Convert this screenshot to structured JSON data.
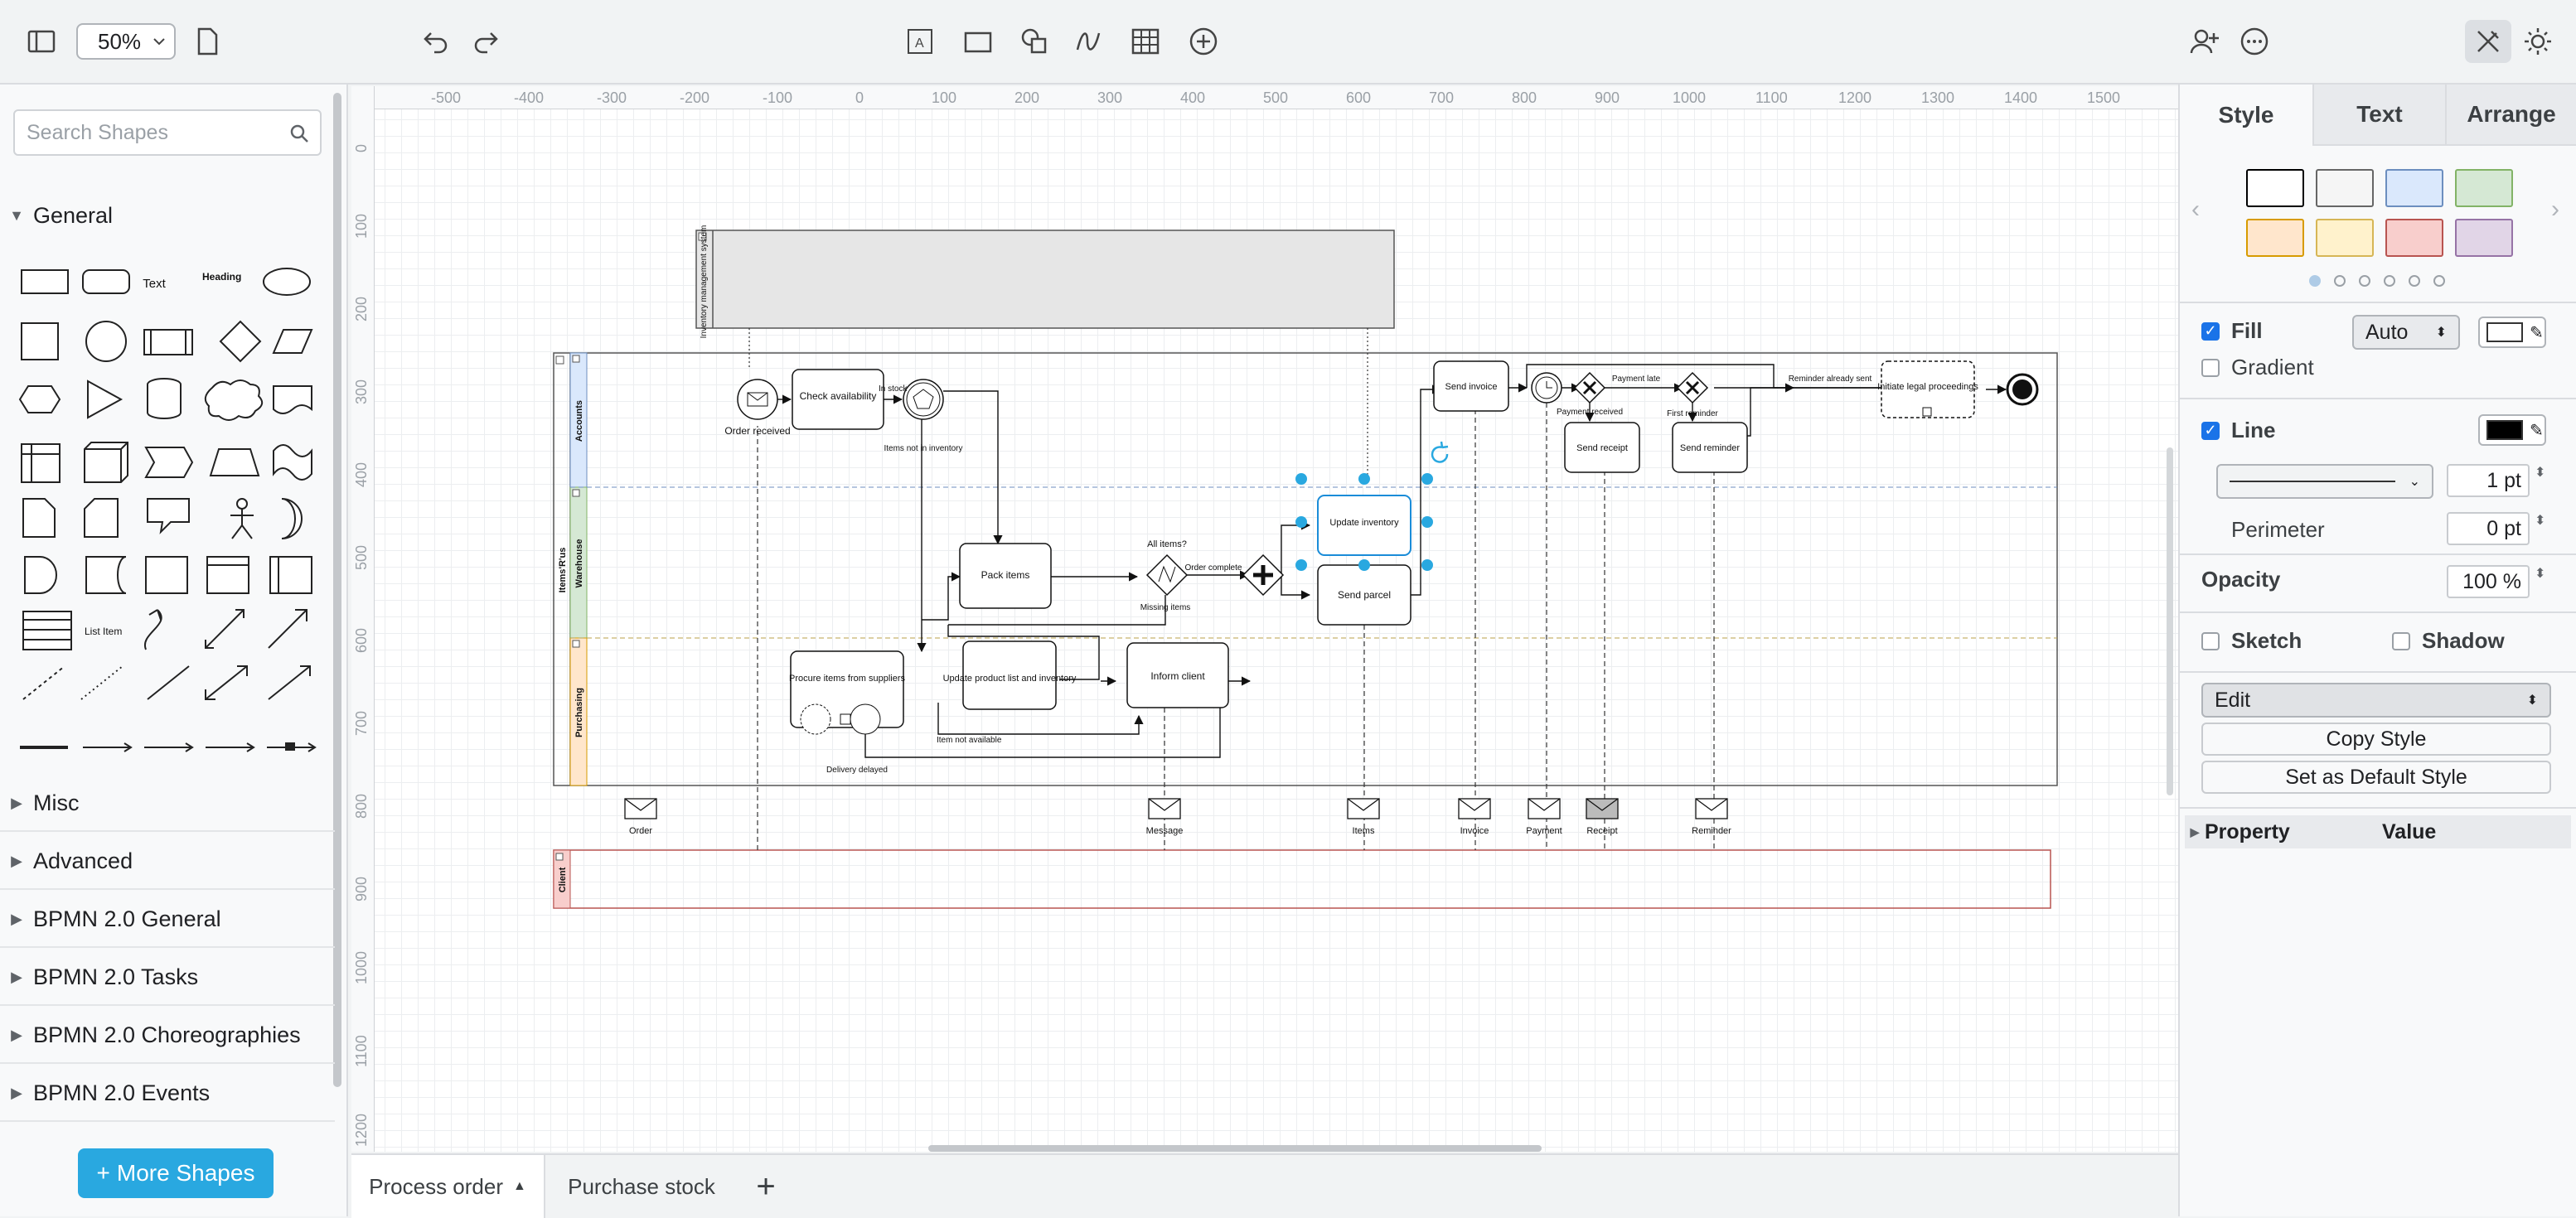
{
  "toolbar": {
    "zoom": "50%"
  },
  "sidebar": {
    "search_placeholder": "Search Shapes",
    "general_label": "General",
    "shape_text_label": "Text",
    "shape_heading_label": "Heading",
    "shape_listitem_label": "List Item",
    "categories": [
      "Misc",
      "Advanced",
      "BPMN 2.0 General",
      "BPMN 2.0 Tasks",
      "BPMN 2.0 Choreographies",
      "BPMN 2.0 Events"
    ],
    "more_shapes": "More Shapes"
  },
  "ruler": {
    "top": [
      "-500",
      "-400",
      "-300",
      "-200",
      "-100",
      "0",
      "100",
      "200",
      "300",
      "400",
      "500",
      "600",
      "700",
      "800",
      "900",
      "1000",
      "1100",
      "1200",
      "1300",
      "1400",
      "1500"
    ],
    "left": [
      "0",
      "100",
      "200",
      "300",
      "400",
      "500",
      "600",
      "700",
      "800",
      "900",
      "1000",
      "1100",
      "1200"
    ]
  },
  "diagram": {
    "system_pool": "Inventory management system",
    "main_pool": "Items'R'us",
    "lanes": [
      "Accounts",
      "Warehouse",
      "Purchasing"
    ],
    "client_pool": "Client",
    "tasks": {
      "check_availability": "Check availability",
      "pack_items": "Pack items",
      "procure_items": "Procure items from suppliers",
      "update_product_list": "Update product list and inventory",
      "inform_client": "Inform client",
      "update_inventory": "Update inventory",
      "send_parcel": "Send parcel",
      "send_invoice": "Send invoice",
      "send_receipt": "Send receipt",
      "send_reminder": "Send reminder",
      "initiate_legal": "Initiate legal proceedings"
    },
    "labels": {
      "order_received": "Order received",
      "in_stock": "In stock",
      "items_not_in_inventory": "Items not in inventory",
      "all_items": "All items?",
      "order_complete": "Order complete",
      "missing_items": "Missing items",
      "item_not_available": "Item not available",
      "delivery_delayed": "Delivery delayed",
      "payment_late": "Payment late",
      "payment_received": "Payment received",
      "first_reminder": "First reminder",
      "reminder_already_sent": "Reminder already sent"
    },
    "messages": [
      "Order",
      "Message",
      "Items",
      "Invoice",
      "Payment",
      "Receipt",
      "Reminder"
    ]
  },
  "page_tabs": [
    "Process order",
    "Purchase stock"
  ],
  "format_panel": {
    "tabs": [
      "Style",
      "Text",
      "Arrange"
    ],
    "swatches": [
      "#ffffff",
      "#f5f5f5",
      "#dae8fc",
      "#d5e8d4",
      "#ffe6cc",
      "#fff2cc",
      "#f8cecc",
      "#e1d5e7"
    ],
    "swatch_borders": [
      "#000000",
      "#666666",
      "#6c8ebf",
      "#82b366",
      "#d79b00",
      "#d6b656",
      "#b85450",
      "#9673a6"
    ],
    "fill_label": "Fill",
    "fill_value": "Auto",
    "gradient_label": "Gradient",
    "line_label": "Line",
    "line_width": "1 pt",
    "perimeter_label": "Perimeter",
    "perimeter_value": "0 pt",
    "opacity_label": "Opacity",
    "opacity_value": "100 %",
    "sketch_label": "Sketch",
    "shadow_label": "Shadow",
    "edit_label": "Edit",
    "copy_style": "Copy Style",
    "set_default": "Set as Default Style",
    "property_header": "Property",
    "value_header": "Value"
  }
}
